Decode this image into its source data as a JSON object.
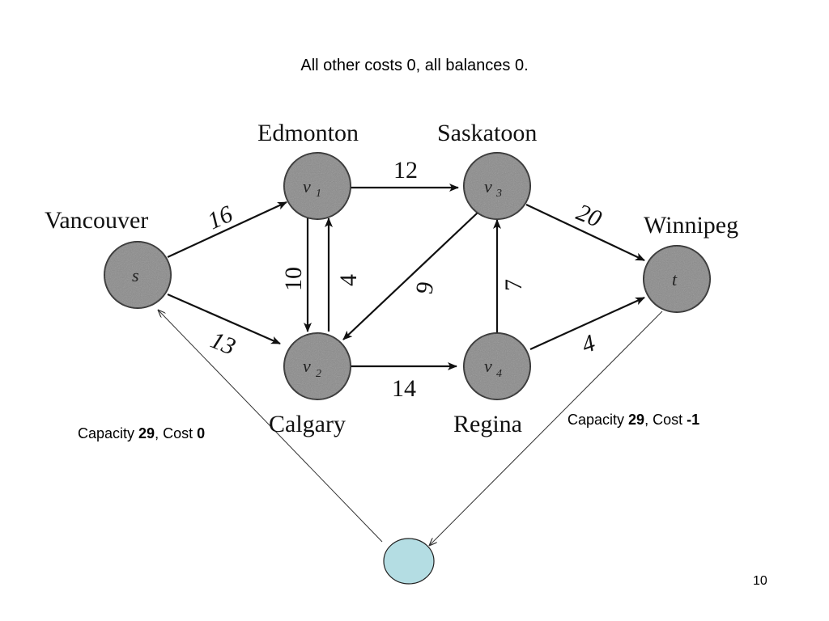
{
  "title": "All other costs 0, all balances 0.",
  "nodes": {
    "s": {
      "city": "Vancouver",
      "label": "s"
    },
    "v1": {
      "city": "Edmonton",
      "label": "v",
      "sub": "1"
    },
    "v2": {
      "city": "Calgary",
      "label": "v",
      "sub": "2"
    },
    "v3": {
      "city": "Saskatoon",
      "label": "v",
      "sub": "3"
    },
    "v4": {
      "city": "Regina",
      "label": "v",
      "sub": "4"
    },
    "t": {
      "city": "Winnipeg",
      "label": "t"
    }
  },
  "edges": [
    {
      "from": "s",
      "to": "v1",
      "capacity": "16"
    },
    {
      "from": "s",
      "to": "v2",
      "capacity": "13"
    },
    {
      "from": "v1",
      "to": "v2",
      "capacity": "10"
    },
    {
      "from": "v2",
      "to": "v1",
      "capacity": "4"
    },
    {
      "from": "v1",
      "to": "v3",
      "capacity": "12"
    },
    {
      "from": "v3",
      "to": "v2",
      "capacity": "9"
    },
    {
      "from": "v2",
      "to": "v4",
      "capacity": "14"
    },
    {
      "from": "v4",
      "to": "v3",
      "capacity": "7"
    },
    {
      "from": "v3",
      "to": "t",
      "capacity": "20"
    },
    {
      "from": "v4",
      "to": "t",
      "capacity": "4"
    }
  ],
  "annotations": {
    "left": {
      "prefix": "Capacity ",
      "capacity": "29",
      "mid": ", Cost ",
      "cost": "0"
    },
    "right": {
      "prefix": "Capacity ",
      "capacity": "29",
      "mid": ", Cost ",
      "cost": "-1"
    }
  },
  "colors": {
    "node_fill": "#8a8a8a",
    "extra_node_fill": "#b4dde3"
  },
  "page_number": "10"
}
